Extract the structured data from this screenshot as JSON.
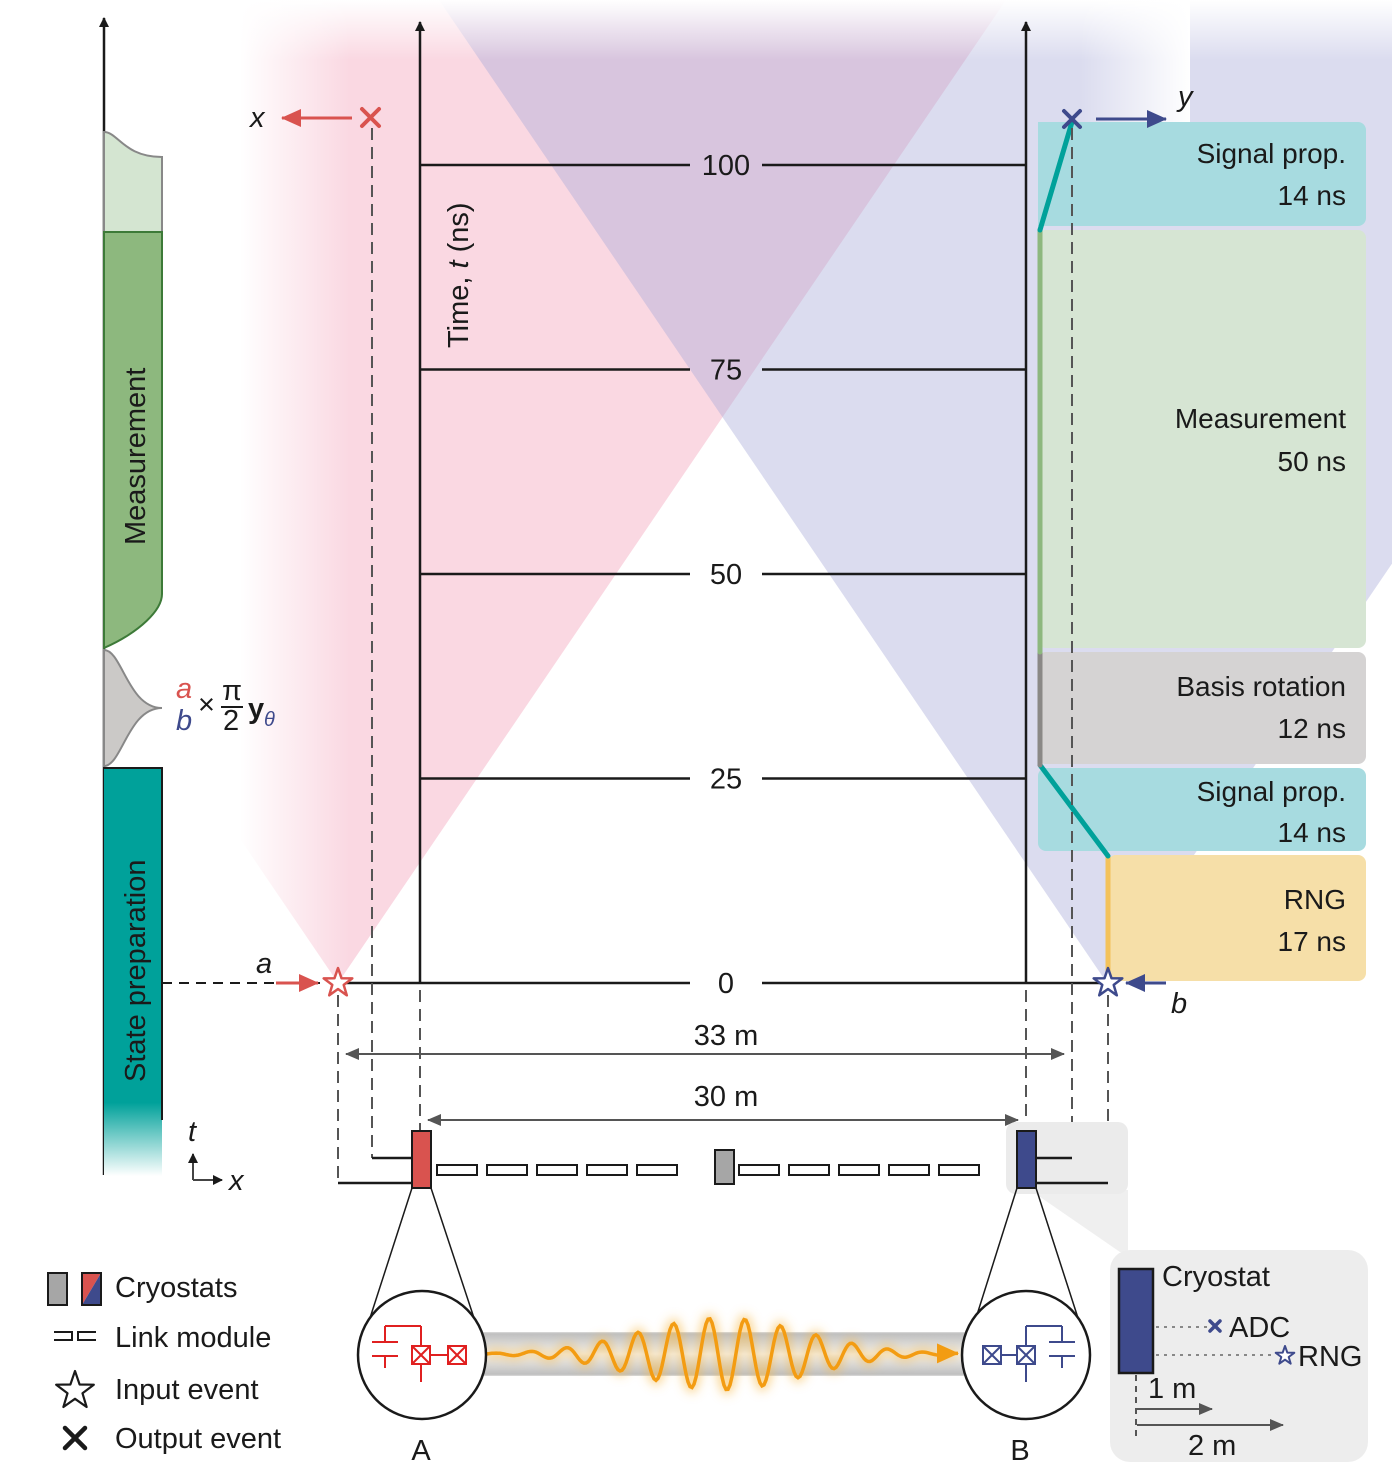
{
  "time_axis": {
    "label_prefix": "Time, ",
    "label_var": "t",
    "label_unit": " (ns)",
    "ticks": [
      {
        "value": 0,
        "label": "0"
      },
      {
        "value": 25,
        "label": "25"
      },
      {
        "value": 50,
        "label": "50"
      },
      {
        "value": 75,
        "label": "75"
      },
      {
        "value": 100,
        "label": "100"
      }
    ]
  },
  "left_bar": {
    "measurement_label": "Measurement",
    "state_prep_label": "State preparation",
    "pulse_a": "a",
    "pulse_b": "b",
    "pulse_times": "×",
    "pulse_num": "π",
    "pulse_den": "2",
    "pulse_y": "y",
    "pulse_theta": "θ",
    "axis_t": "t",
    "axis_x": "x"
  },
  "events": {
    "input_a": "a",
    "input_b": "b",
    "output_x": "x",
    "output_y": "y"
  },
  "phases": [
    {
      "name": "Signal prop.",
      "duration": "14 ns",
      "color": "#a7dbe0"
    },
    {
      "name": "Measurement",
      "duration": "50 ns",
      "color": "#d6e5d3"
    },
    {
      "name": "Basis rotation",
      "duration": "12 ns",
      "color": "#d5d3d3"
    },
    {
      "name": "Signal prop.",
      "duration": "14 ns",
      "color": "#a7dbe0"
    },
    {
      "name": "RNG",
      "duration": "17 ns",
      "color": "#f6dfa8"
    }
  ],
  "distances": {
    "outer": "33 m",
    "inner": "30 m"
  },
  "nodes": {
    "a_label": "A",
    "b_label": "B"
  },
  "legend": {
    "cryostats": "Cryostats",
    "link_module": "Link module",
    "input_event": "Input event",
    "output_event": "Output event"
  },
  "inset": {
    "cryostat": "Cryostat",
    "adc": "ADC",
    "rng": "RNG",
    "d1": "1 m",
    "d2": "2 m"
  },
  "colors": {
    "alice": "#d9534f",
    "bob": "#3e4a8c",
    "teal": "#00a19a",
    "measurement_green": "#8db87e",
    "rotation_gray": "#a8a6a4",
    "rng_yellow": "#f3c25b",
    "microwave": "#f39c12"
  }
}
